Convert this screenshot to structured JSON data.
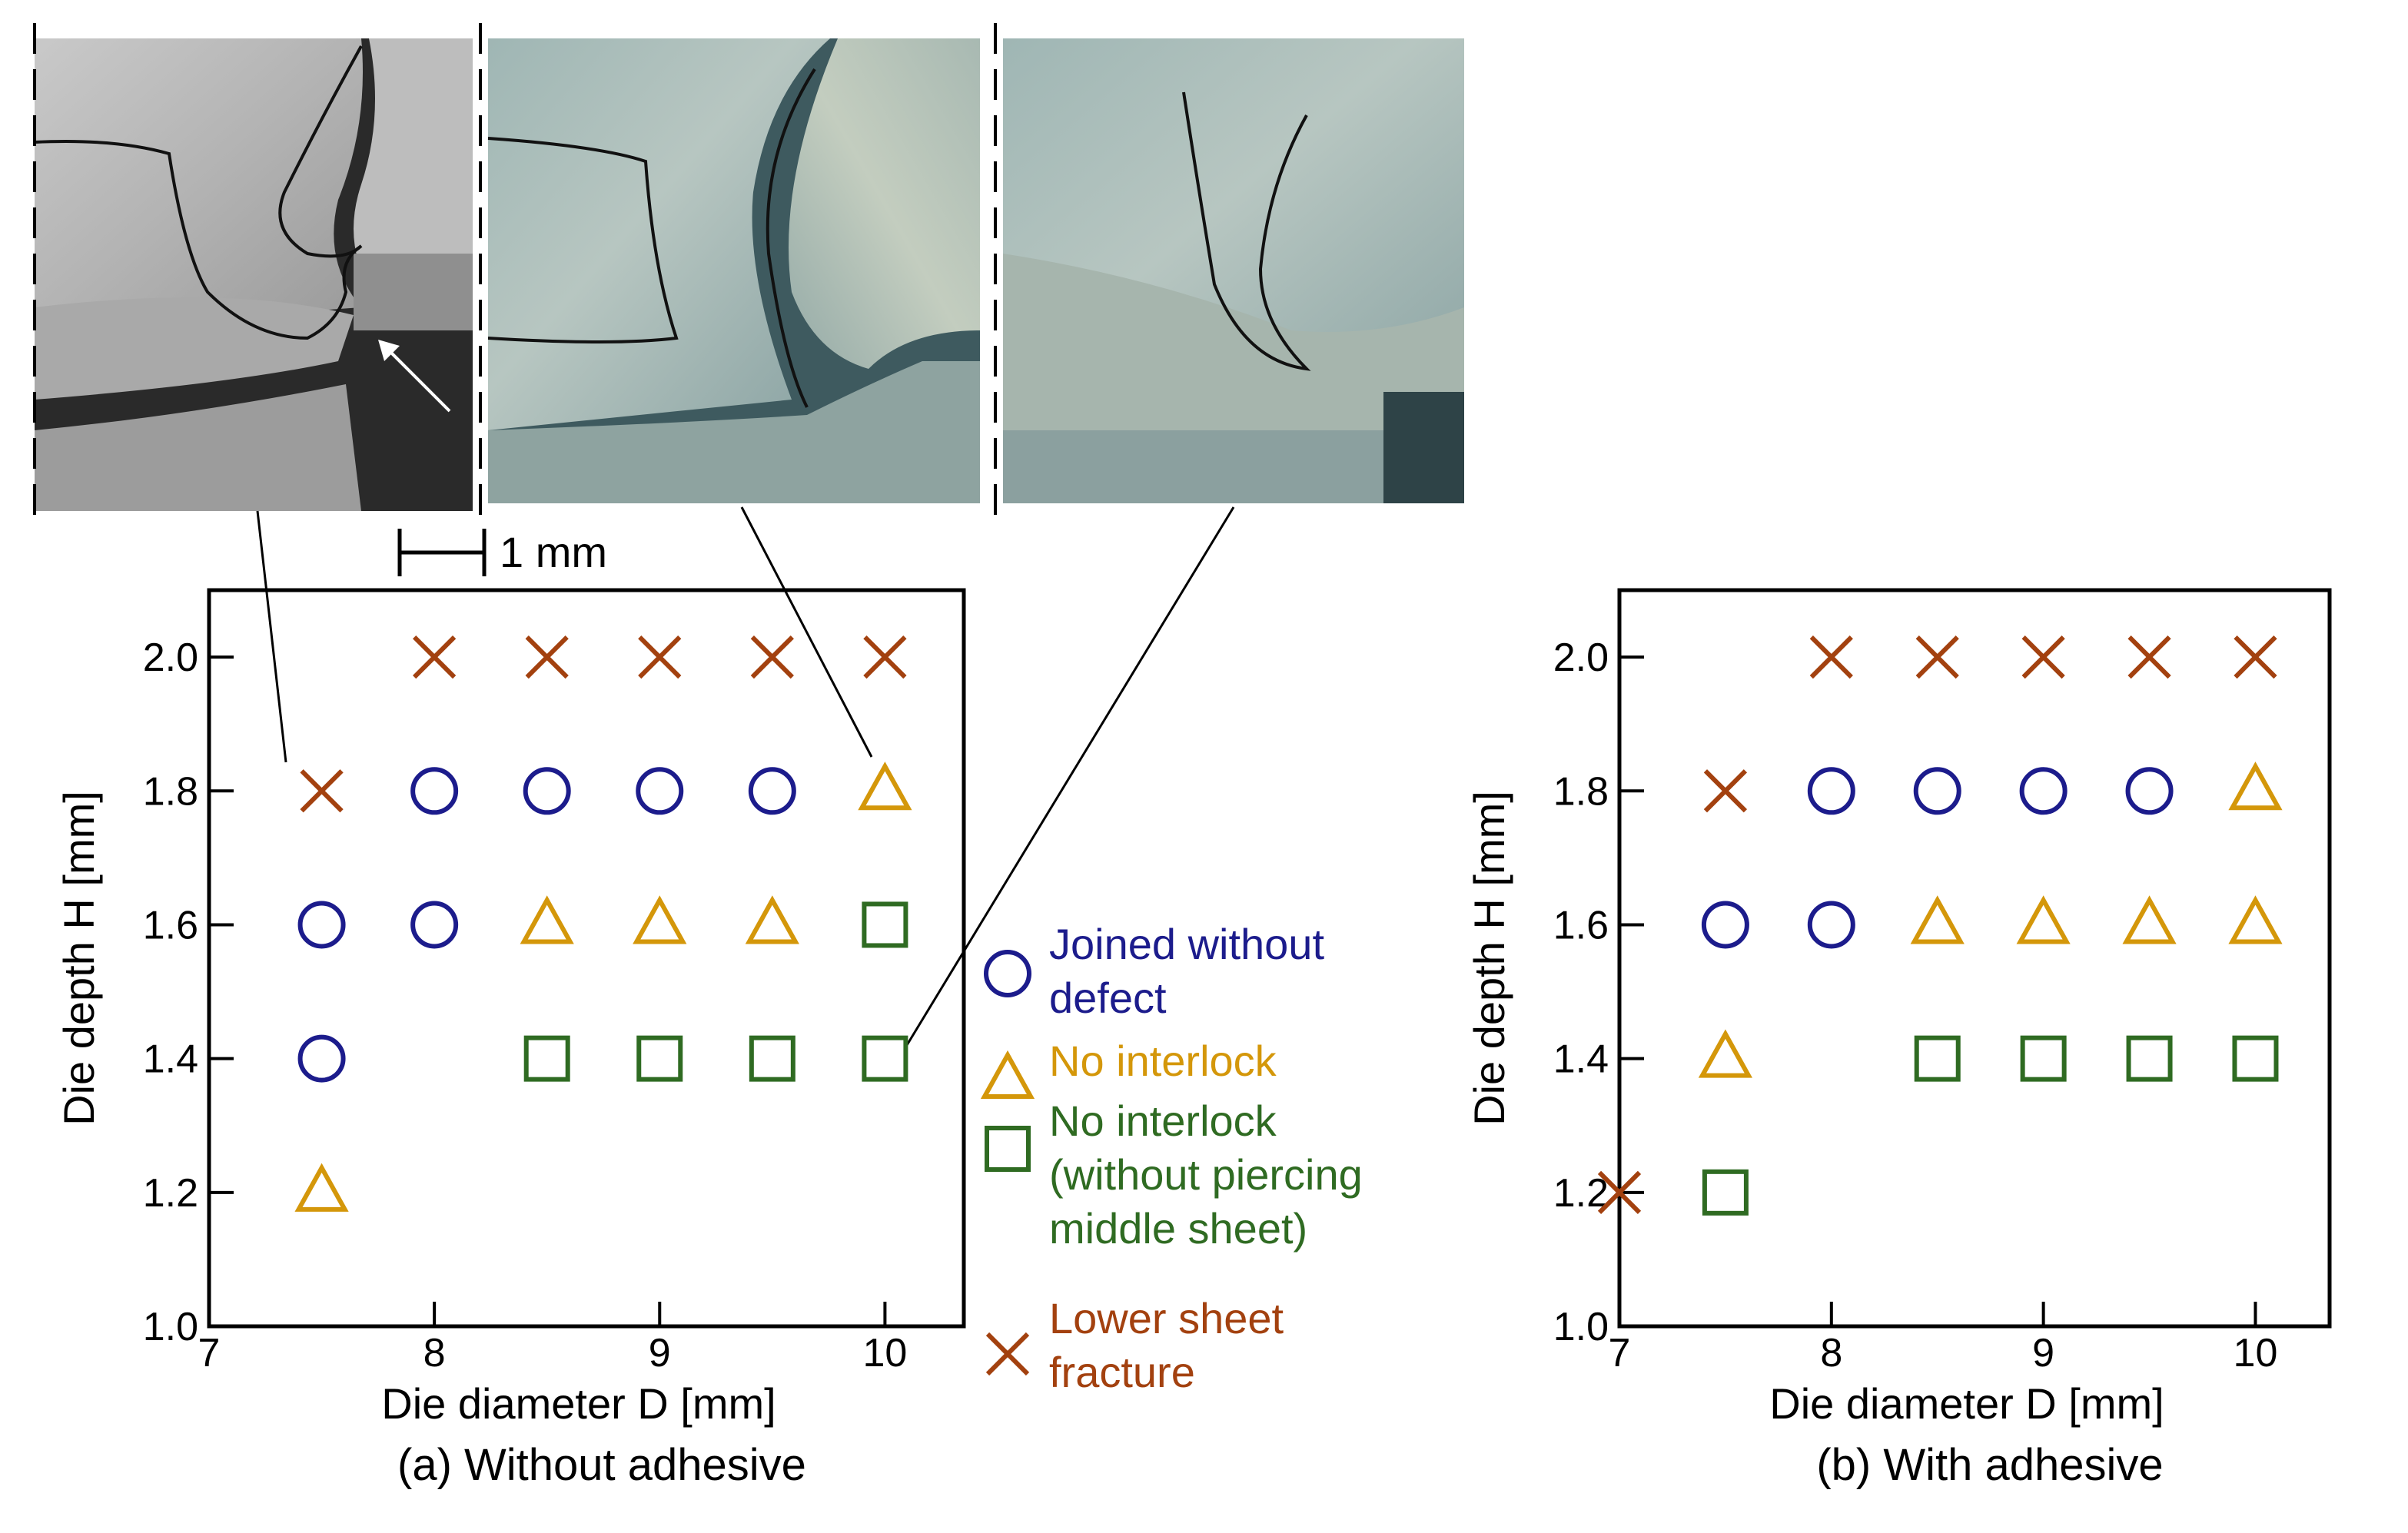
{
  "colors": {
    "joined": "#1c1c8c",
    "no_interlock": "#d4970a",
    "no_interlock_no_pierce": "#2f6b22",
    "fracture": "#a3410f",
    "axis": "#000000"
  },
  "scale_bar": {
    "label": "1 mm"
  },
  "legend": {
    "items": [
      {
        "key": "joined",
        "marker": "circle",
        "lines": [
          "Joined without",
          "defect"
        ]
      },
      {
        "key": "no_interlock",
        "marker": "triangle",
        "lines": [
          "No interlock"
        ]
      },
      {
        "key": "no_interlock_no_pierce",
        "marker": "square",
        "lines": [
          "No interlock",
          "(without piercing",
          "middle sheet)"
        ]
      },
      {
        "key": "fracture",
        "marker": "cross",
        "lines": [
          "Lower sheet",
          "fracture"
        ]
      }
    ]
  },
  "micrographs": [
    {
      "name": "micrograph-no-interlock-fracture",
      "kind": "grayscale-arrow"
    },
    {
      "name": "micrograph-triangle",
      "kind": "color"
    },
    {
      "name": "micrograph-square",
      "kind": "color-square"
    }
  ],
  "chart_data": [
    {
      "type": "scatter",
      "title": "",
      "caption": "(a) Without adhesive",
      "xlabel": "Die diameter D [mm]",
      "ylabel": "Die depth H [mm]",
      "xlim": [
        7,
        10.35
      ],
      "ylim": [
        1.0,
        2.1
      ],
      "xticks": [
        "7",
        "8",
        "9",
        "10"
      ],
      "yticks": [
        "1.0",
        "1.2",
        "1.4",
        "1.6",
        "1.8",
        "2.0"
      ],
      "points": [
        {
          "x": 8.0,
          "y": 2.0,
          "type": "fracture"
        },
        {
          "x": 8.5,
          "y": 2.0,
          "type": "fracture"
        },
        {
          "x": 9.0,
          "y": 2.0,
          "type": "fracture"
        },
        {
          "x": 9.5,
          "y": 2.0,
          "type": "fracture"
        },
        {
          "x": 10.0,
          "y": 2.0,
          "type": "fracture"
        },
        {
          "x": 7.5,
          "y": 1.8,
          "type": "fracture"
        },
        {
          "x": 8.0,
          "y": 1.8,
          "type": "joined"
        },
        {
          "x": 8.5,
          "y": 1.8,
          "type": "joined"
        },
        {
          "x": 9.0,
          "y": 1.8,
          "type": "joined"
        },
        {
          "x": 9.5,
          "y": 1.8,
          "type": "joined"
        },
        {
          "x": 10.0,
          "y": 1.8,
          "type": "no_interlock"
        },
        {
          "x": 7.5,
          "y": 1.6,
          "type": "joined"
        },
        {
          "x": 8.0,
          "y": 1.6,
          "type": "joined"
        },
        {
          "x": 8.5,
          "y": 1.6,
          "type": "no_interlock"
        },
        {
          "x": 9.0,
          "y": 1.6,
          "type": "no_interlock"
        },
        {
          "x": 9.5,
          "y": 1.6,
          "type": "no_interlock"
        },
        {
          "x": 10.0,
          "y": 1.6,
          "type": "no_interlock_no_pierce"
        },
        {
          "x": 7.5,
          "y": 1.4,
          "type": "joined"
        },
        {
          "x": 8.5,
          "y": 1.4,
          "type": "no_interlock_no_pierce"
        },
        {
          "x": 9.0,
          "y": 1.4,
          "type": "no_interlock_no_pierce"
        },
        {
          "x": 9.5,
          "y": 1.4,
          "type": "no_interlock_no_pierce"
        },
        {
          "x": 10.0,
          "y": 1.4,
          "type": "no_interlock_no_pierce"
        },
        {
          "x": 7.5,
          "y": 1.2,
          "type": "no_interlock"
        }
      ]
    },
    {
      "type": "scatter",
      "title": "",
      "caption": "(b) With adhesive",
      "xlabel": "Die diameter D [mm]",
      "ylabel": "Die depth H [mm]",
      "xlim": [
        7,
        10.35
      ],
      "ylim": [
        1.0,
        2.1
      ],
      "xticks": [
        "7",
        "8",
        "9",
        "10"
      ],
      "yticks": [
        "1.0",
        "1.2",
        "1.4",
        "1.6",
        "1.8",
        "2.0"
      ],
      "points": [
        {
          "x": 8.0,
          "y": 2.0,
          "type": "fracture"
        },
        {
          "x": 8.5,
          "y": 2.0,
          "type": "fracture"
        },
        {
          "x": 9.0,
          "y": 2.0,
          "type": "fracture"
        },
        {
          "x": 9.5,
          "y": 2.0,
          "type": "fracture"
        },
        {
          "x": 10.0,
          "y": 2.0,
          "type": "fracture"
        },
        {
          "x": 7.5,
          "y": 1.8,
          "type": "fracture"
        },
        {
          "x": 8.0,
          "y": 1.8,
          "type": "joined"
        },
        {
          "x": 8.5,
          "y": 1.8,
          "type": "joined"
        },
        {
          "x": 9.0,
          "y": 1.8,
          "type": "joined"
        },
        {
          "x": 9.5,
          "y": 1.8,
          "type": "joined"
        },
        {
          "x": 10.0,
          "y": 1.8,
          "type": "no_interlock"
        },
        {
          "x": 7.5,
          "y": 1.6,
          "type": "joined"
        },
        {
          "x": 8.0,
          "y": 1.6,
          "type": "joined"
        },
        {
          "x": 8.5,
          "y": 1.6,
          "type": "no_interlock"
        },
        {
          "x": 9.0,
          "y": 1.6,
          "type": "no_interlock"
        },
        {
          "x": 9.5,
          "y": 1.6,
          "type": "no_interlock"
        },
        {
          "x": 10.0,
          "y": 1.6,
          "type": "no_interlock"
        },
        {
          "x": 7.5,
          "y": 1.4,
          "type": "no_interlock"
        },
        {
          "x": 8.5,
          "y": 1.4,
          "type": "no_interlock_no_pierce"
        },
        {
          "x": 9.0,
          "y": 1.4,
          "type": "no_interlock_no_pierce"
        },
        {
          "x": 9.5,
          "y": 1.4,
          "type": "no_interlock_no_pierce"
        },
        {
          "x": 10.0,
          "y": 1.4,
          "type": "no_interlock_no_pierce"
        },
        {
          "x": 7.0,
          "y": 1.2,
          "type": "fracture"
        },
        {
          "x": 7.5,
          "y": 1.2,
          "type": "no_interlock_no_pierce"
        }
      ]
    }
  ]
}
